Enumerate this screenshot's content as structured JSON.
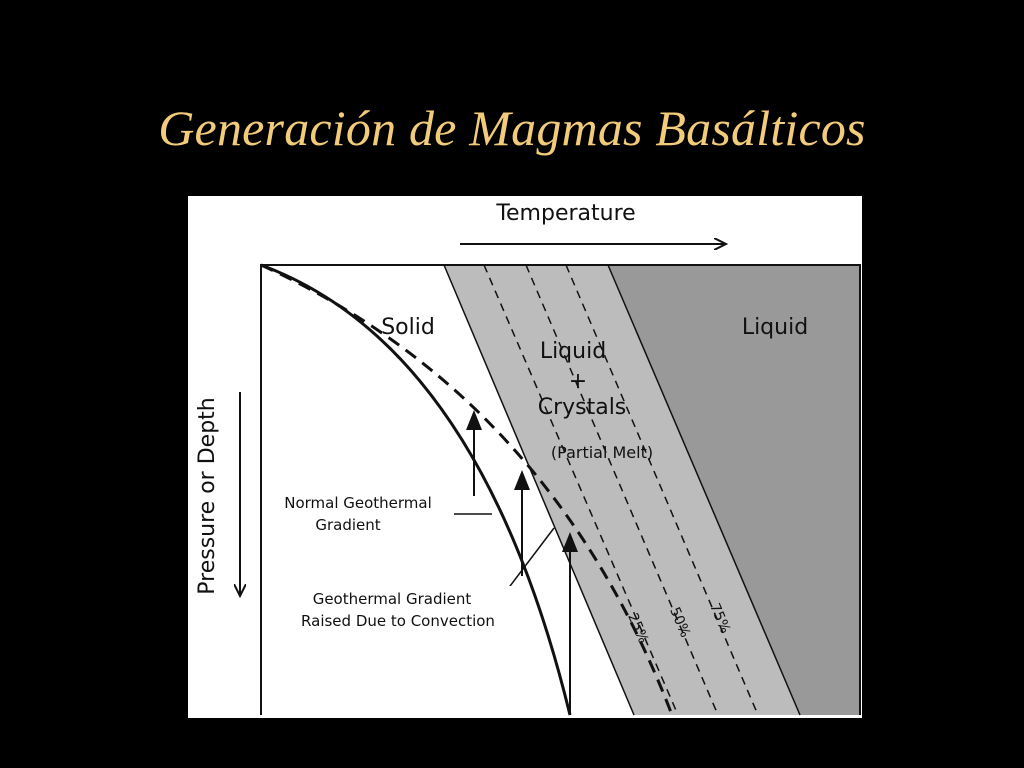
{
  "slide": {
    "title": "Generación de Magmas Basálticos"
  },
  "diagram": {
    "axis_x_label": "Temperature",
    "axis_y_label": "Pressure or Depth",
    "regions": {
      "solid": "Solid",
      "melt_line1": "Liquid",
      "melt_line2": "+",
      "melt_line3": "Crystals",
      "melt_note": "(Partial Melt)",
      "liquid": "Liquid"
    },
    "melt_percent_labels": [
      "25%",
      "50%",
      "75%"
    ],
    "annotations": {
      "normal_line1": "Normal Geothermal",
      "normal_line2": "Gradient",
      "raised_line1": "Geothermal Gradient",
      "raised_line2": "Raised Due to Convection"
    },
    "colors": {
      "title": "#f2cc7a",
      "background": "#000000",
      "panel": "#ffffff",
      "partial_melt_zone": "#bcbcbc",
      "liquid_zone": "#999999"
    }
  }
}
